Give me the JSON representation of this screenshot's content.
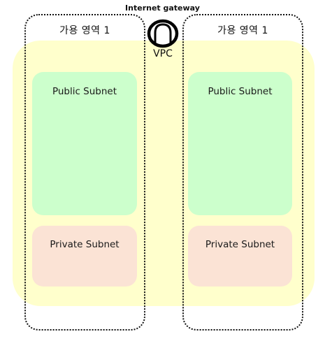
{
  "availability_zones": [
    {
      "label": "가용 영역 1"
    },
    {
      "label": "가용 영역 1"
    }
  ],
  "internet_gateway": {
    "label": "Internet gateway",
    "icon": "gateway-arch-icon"
  },
  "vpc": {
    "label": "VPC",
    "color": "#ffffcc"
  },
  "subnets": {
    "public": [
      {
        "label": "Public Subnet"
      },
      {
        "label": "Public Subnet"
      }
    ],
    "private": [
      {
        "label": "Private Subnet"
      },
      {
        "label": "Private Subnet"
      }
    ]
  },
  "colors": {
    "public_subnet": "#ccffcc",
    "private_subnet": "#fbe3d5",
    "outline": "#111111"
  }
}
